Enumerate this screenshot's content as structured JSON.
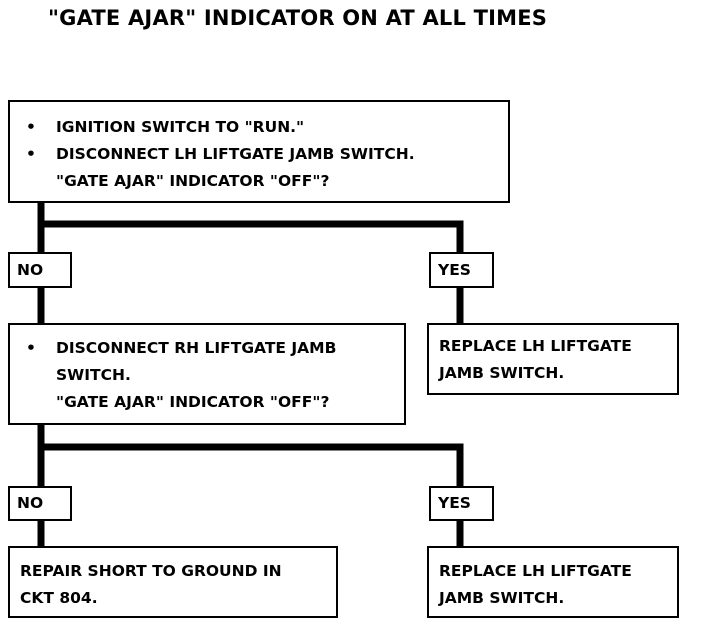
{
  "title": "\"GATE AJAR\" INDICATOR ON AT ALL TIMES",
  "step1": {
    "bullets": [
      "IGNITION SWITCH TO \"RUN.\"",
      "DISCONNECT LH LIFTGATE JAMB SWITCH."
    ],
    "question": "\"GATE AJAR\" INDICATOR \"OFF\"?"
  },
  "branch1": {
    "no_label": "NO",
    "yes_label": "YES"
  },
  "step2": {
    "bullets": [
      "DISCONNECT RH LIFTGATE JAMB"
    ],
    "continuation": "SWITCH.",
    "question": "\"GATE AJAR\" INDICATOR \"OFF\"?"
  },
  "result1": {
    "lines": [
      "REPLACE LH LIFTGATE",
      "JAMB SWITCH."
    ]
  },
  "branch2": {
    "no_label": "NO",
    "yes_label": "YES"
  },
  "result2": {
    "lines": [
      "REPAIR SHORT TO GROUND IN",
      "CKT 804."
    ]
  },
  "result3": {
    "lines": [
      "REPLACE LH LIFTGATE",
      "JAMB SWITCH."
    ]
  },
  "bullet_glyph": "•"
}
